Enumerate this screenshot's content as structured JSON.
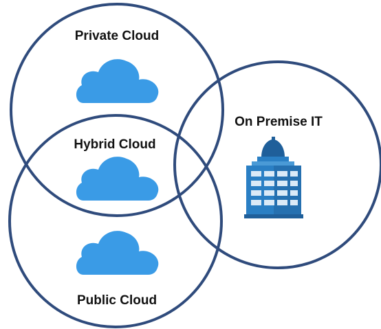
{
  "labels": {
    "private_cloud": "Private Cloud",
    "hybrid_cloud": "Hybrid Cloud",
    "on_premise": "On Premise IT",
    "public_cloud": "Public Cloud"
  },
  "icons": {
    "cloud": "cloud-icon",
    "building": "office-building-icon"
  },
  "colors": {
    "circle_stroke": "#2f4b7c",
    "cloud_fill": "#3a9be6",
    "building_dark": "#1f5f9a",
    "building_mid": "#2a7fc4",
    "building_light": "#4a9ad6",
    "window": "#dbeaf7"
  }
}
